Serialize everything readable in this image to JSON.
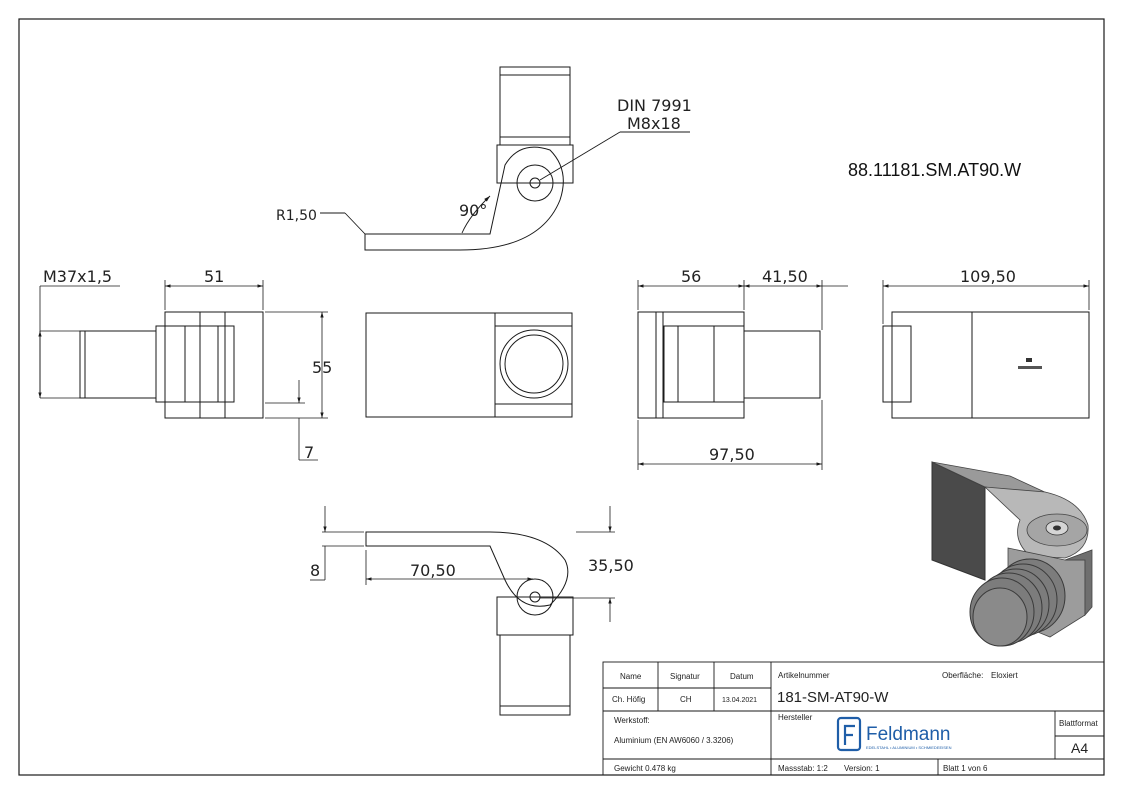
{
  "drawing": {
    "article_code": "88.11181.SM.AT90.W",
    "screw_note_line1": "DIN 7991",
    "screw_note_line2": "M8x18",
    "angle_label": "90°",
    "radius_label": "R1,50",
    "thread_label": "M37x1,5"
  },
  "dimensions": {
    "d51": "51",
    "d55": "55",
    "d7": "7",
    "d56": "56",
    "d41_50": "41,50",
    "d97_50": "97,50",
    "d109_50": "109,50",
    "d8": "8",
    "d70_50": "70,50",
    "d35_50": "35,50"
  },
  "title_block": {
    "h_name": "Name",
    "h_signatur": "Signatur",
    "h_datum": "Datum",
    "name": "Ch. Höfig",
    "signatur": "CH",
    "datum": "13.04.2021",
    "artikel_label": "Artikelnummer",
    "artikel_value": "181-SM-AT90-W",
    "oberflaeche_label": "Oberfläche:",
    "oberflaeche_value": "Eloxiert",
    "werkstoff_label": "Werkstoff:",
    "werkstoff_value": "Aluminium (EN AW6060 / 3.3206)",
    "hersteller_label": "Hersteller",
    "brand": "Feldmann",
    "brand_tagline": "EDELSTAHL • ALUMINIUM • SCHMIEDEEISEN",
    "blattformat_label": "Blattformat",
    "blattformat_value": "A4",
    "gewicht": "Gewicht 0.478 kg",
    "massstab": "Massstab: 1:2",
    "version": "Version: 1",
    "blatt": "Blatt 1 von 6"
  },
  "colors": {
    "line": "#1a1a1a",
    "render_dark": "#4a4a4a",
    "render_mid": "#8a8a8a",
    "render_light": "#c8c8c8",
    "brand_blue": "#1f5ea8"
  }
}
